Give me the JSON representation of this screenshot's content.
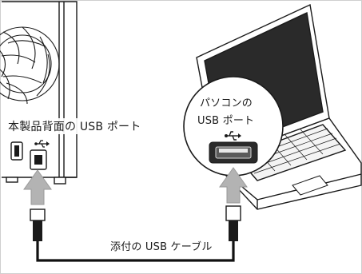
{
  "labels": {
    "rear_usb_port": "本製品背面の USB ポート",
    "pc_line1": "パソコンの",
    "pc_line2": "USB ポート",
    "cable": "添付の USB ケーブル"
  },
  "colors": {
    "arrow": "#b3b3b3",
    "line": "#111111",
    "frame": "#e6e6e6"
  },
  "icons": [
    "usb-trident-icon"
  ]
}
